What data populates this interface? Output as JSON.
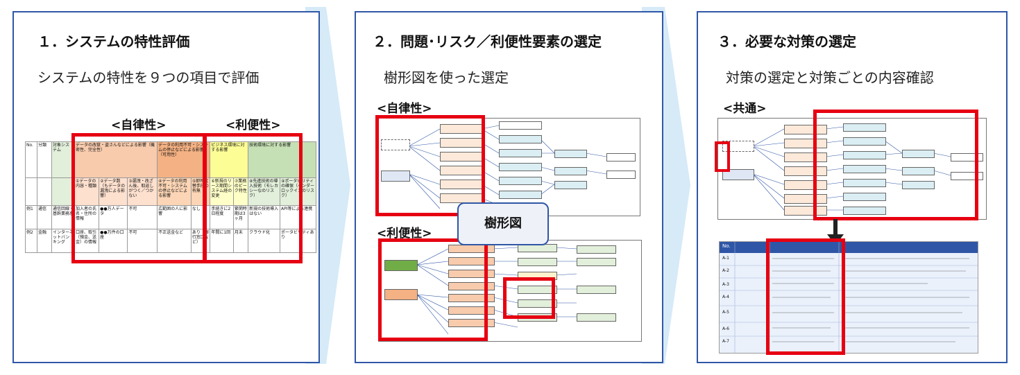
{
  "steps": [
    {
      "title": "１．システムの特性評価",
      "subtitle": "システムの特性を９つの項目で評価"
    },
    {
      "title": "２．問題･リスク／利便性要素の選定",
      "subtitle": "樹形図を使った選定"
    },
    {
      "title": "３．必要な対策の選定",
      "subtitle": "対策の選定と対策ごとの内容確認"
    }
  ],
  "panel1": {
    "label_autonomy": "<自律性>",
    "label_convenience": "<利便性>",
    "table": {
      "headers": [
        "No.",
        "分類",
        "対象システム",
        "データの改竄・盗さんなどによる影響（機密性、完全性）",
        "データの利用不可・システムの停止などによる影響（可用性）",
        "ビジネス環境に対する影響",
        "技術環境に対する影響"
      ],
      "subheaders": [
        "①データの内容・種類",
        "②データ数（もデータの漏洩による影響）",
        "③漏洩・改ざん後、取返しがつく／つかない",
        "④データの利用不可・システムの停止などによる影響",
        "⑤即時代替手段の有無",
        "⑥新規のリース期間システム経の変更",
        "⑦業務のビーク特性",
        "⑧先進技術の導入技術（モレカシーなのリスク）",
        "⑨ポータビリティの確保（ベンダーロックインのリスク）"
      ],
      "rows": [
        [
          "例1",
          "通信",
          "通信回線・基幹業務系",
          "加入者の氏名・住所の情報",
          "●●万人データ",
          "不可",
          "広範囲の人に影響",
          "なし",
          "手続きに2日程度",
          "繁閑時期は3ヶ月",
          "新規の技術導入はない",
          "API等による連携"
        ],
        [
          "例2",
          "金融",
          "インターネットバンキング",
          "口座、取引（預金、送金）の情報",
          "●●万件の口座",
          "不可",
          "不正送金など",
          "あり（銀行窓口など）",
          "年間に1回",
          "月末",
          "クラウド化",
          "ポータビリティあり"
        ]
      ]
    }
  },
  "panel2": {
    "label_autonomy": "<自律性>",
    "label_convenience": "<利便性>",
    "callout": "樹形図"
  },
  "panel3": {
    "label_common": "<共通>",
    "table_header_no": "No.",
    "table_rows": [
      "A-1",
      "A-2",
      "A-3",
      "A-4",
      "A-5",
      "A-6",
      "A-7"
    ]
  },
  "colors": {
    "frame": "#2f56a6",
    "highlight": "#e60012",
    "arrow": "#d6eaf8"
  }
}
